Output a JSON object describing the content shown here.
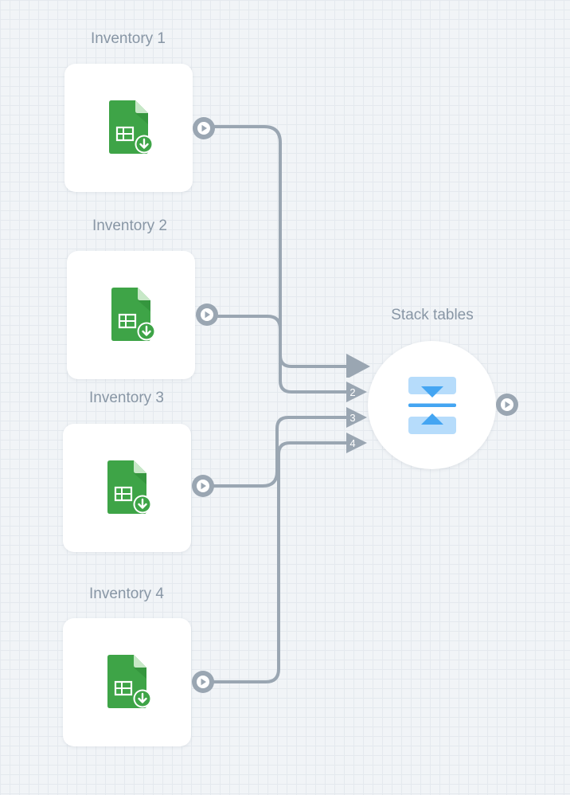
{
  "diagram": {
    "sources": [
      {
        "label": "Inventory 1",
        "icon": "spreadsheet-download-icon"
      },
      {
        "label": "Inventory 2",
        "icon": "spreadsheet-download-icon"
      },
      {
        "label": "Inventory 3",
        "icon": "spreadsheet-download-icon"
      },
      {
        "label": "Inventory 4",
        "icon": "spreadsheet-download-icon"
      }
    ],
    "target": {
      "label": "Stack tables",
      "icon": "stack-tables-icon",
      "input_ports": [
        "",
        "2",
        "3",
        "4"
      ]
    },
    "port_icon": "play-arrow-icon",
    "colors": {
      "background": "#f1f4f7",
      "grid": "#e4e9ee",
      "wire": "#9aa6b2",
      "node": "#ffffff",
      "label": "#8896a5",
      "sheet_green": "#3ea447",
      "stack_blue_light": "#b6dcfb",
      "stack_blue": "#44a5f2"
    }
  }
}
